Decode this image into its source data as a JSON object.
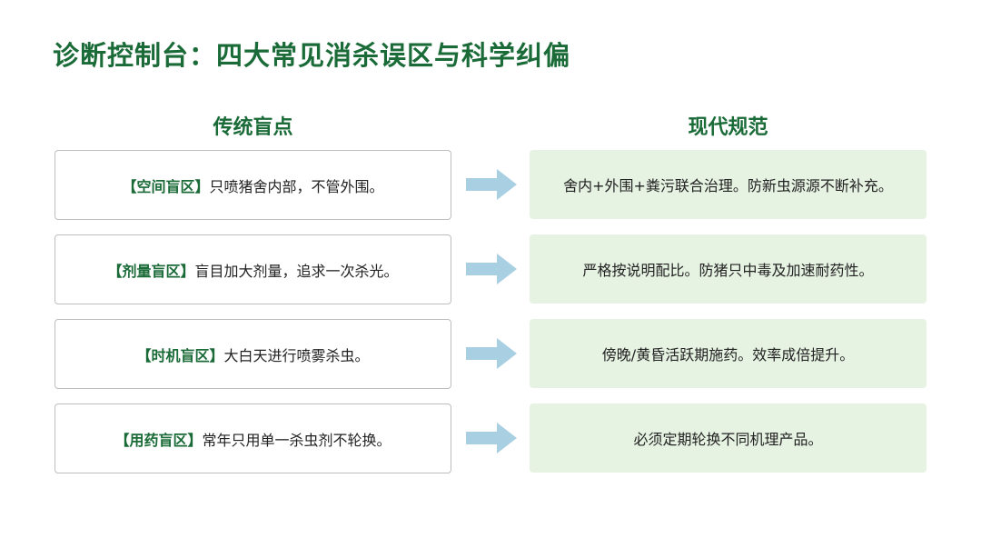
{
  "title": "诊断控制台：四大常见消杀误区与科学纠偏",
  "columns": {
    "left": "传统盲点",
    "right": "现代规范"
  },
  "rows": [
    {
      "tag": "【空间盲区】",
      "blind": "只喷猪舍内部，不管外围。",
      "norm": "舍内+外围+粪污联合治理。防新虫源源不断补充。"
    },
    {
      "tag": "【剂量盲区】",
      "blind": "盲目加大剂量，追求一次杀光。",
      "norm": "严格按说明配比。防猪只中毒及加速耐药性。"
    },
    {
      "tag": "【时机盲区】",
      "blind": "大白天进行喷雾杀虫。",
      "norm": "傍晚/黄昏活跃期施药。效率成倍提升。"
    },
    {
      "tag": "【用药盲区】",
      "blind": "常年只用单一杀虫剂不轮换。",
      "norm": "必须定期轮换不同机理产品。"
    }
  ],
  "colors": {
    "accent": "#1a6b38",
    "norm_bg": "#e6f2e2",
    "arrow": "#a9cfe3"
  },
  "icons": {
    "arrow": "right-arrow-icon"
  }
}
